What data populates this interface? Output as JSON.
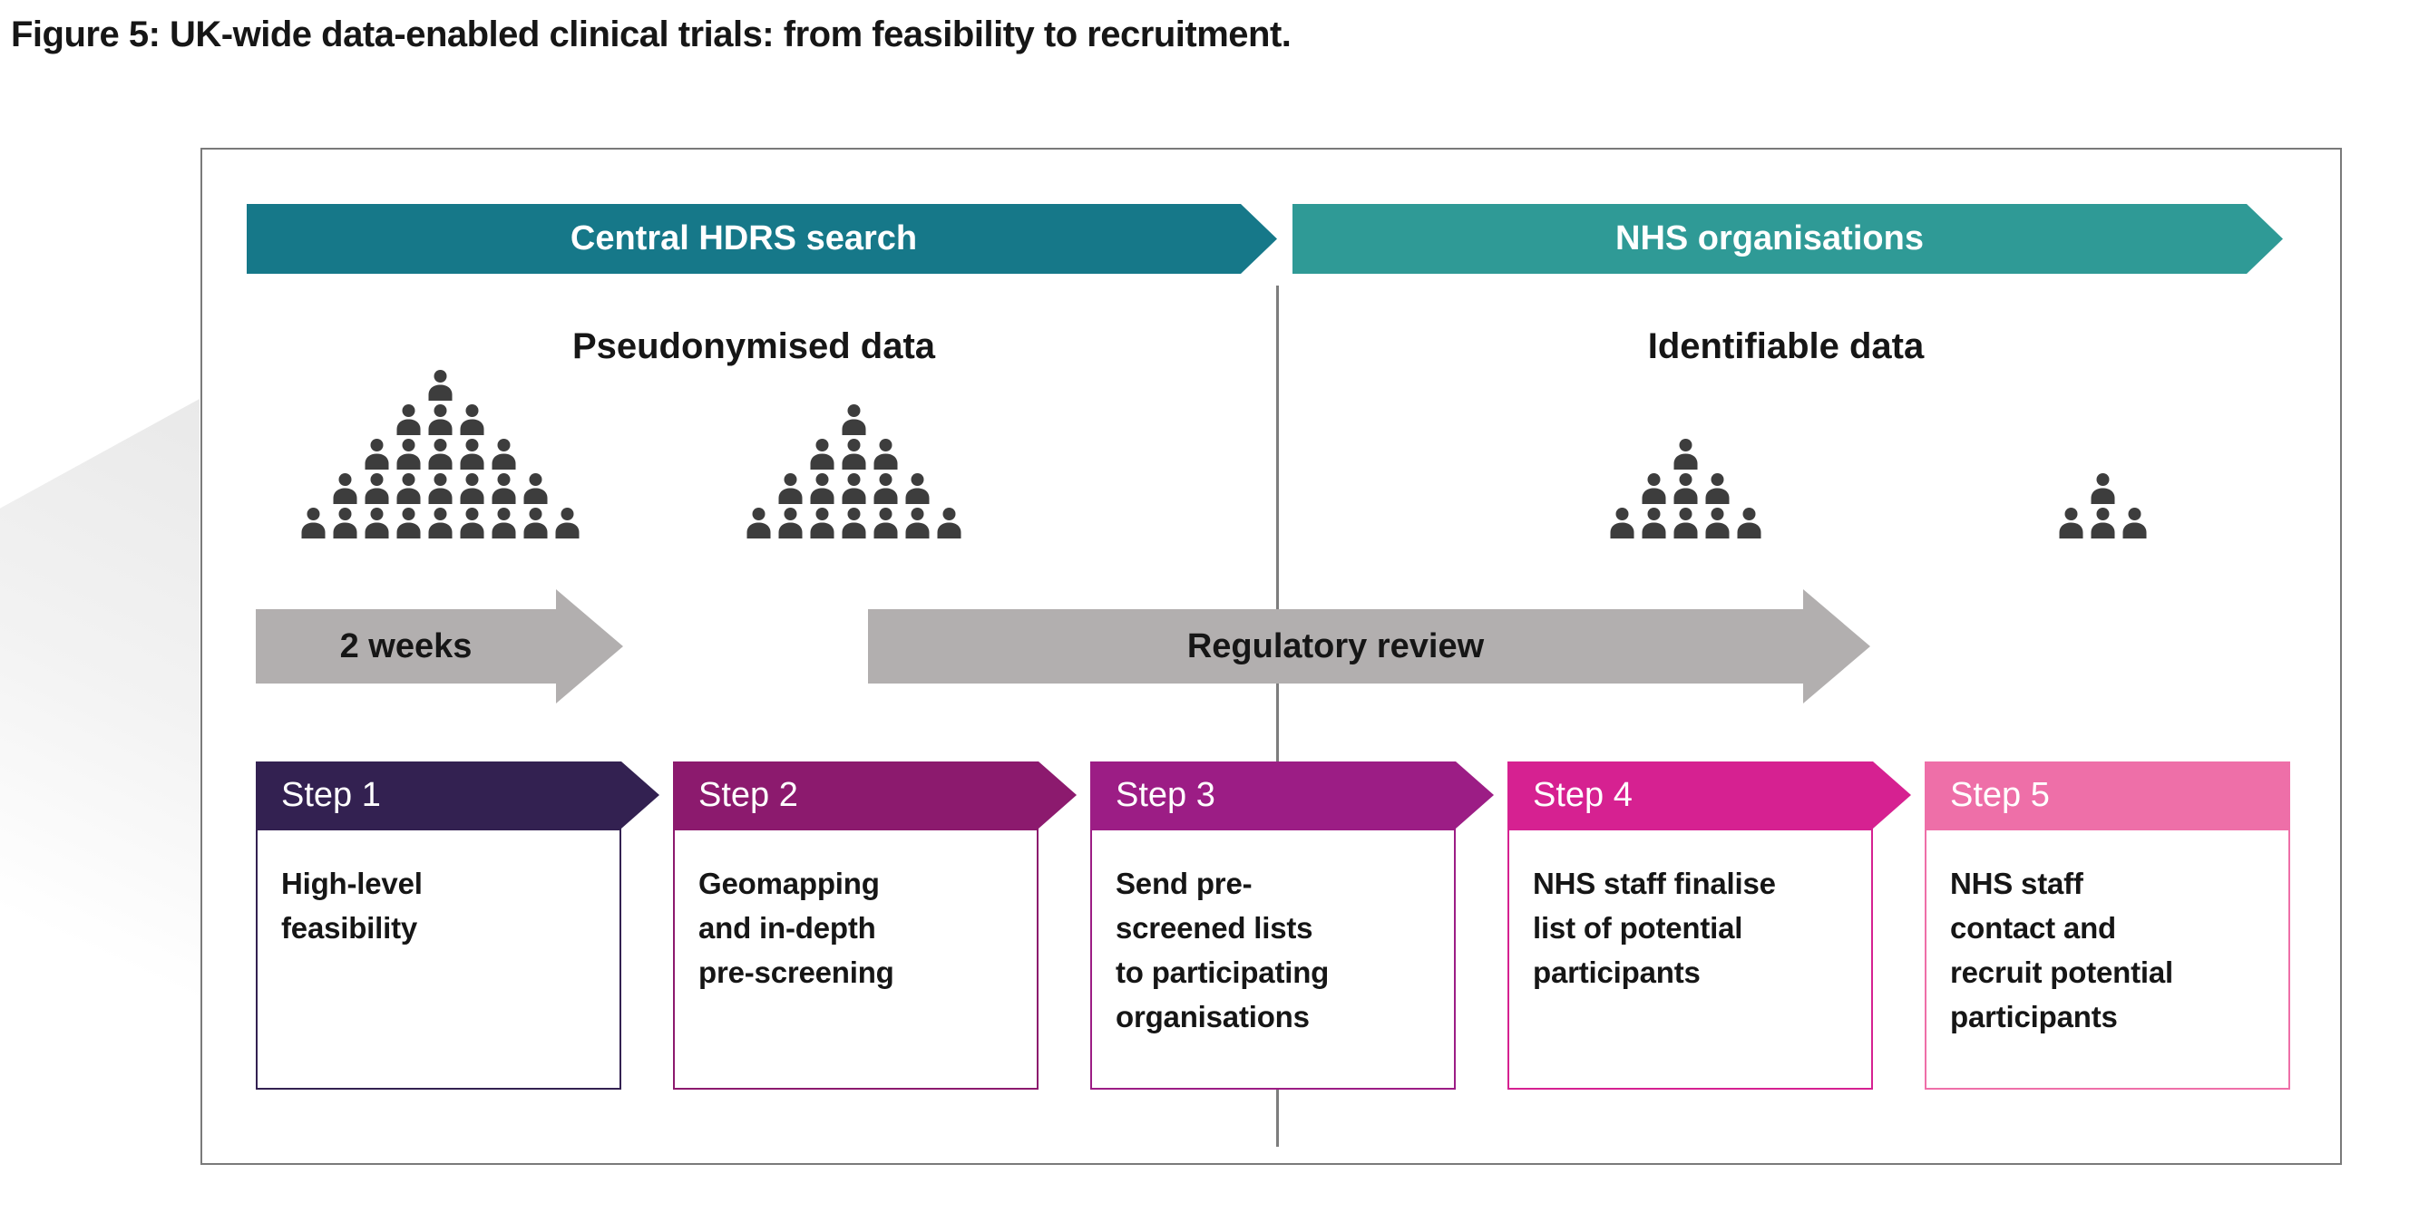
{
  "figure": {
    "title": "Figure 5: UK-wide data-enabled clinical trials: from feasibility to recruitment."
  },
  "banners": [
    {
      "label": "Central HDRS search",
      "color": "#167889"
    },
    {
      "label": "NHS organisations",
      "color": "#2f9a96"
    }
  ],
  "data_labels": [
    {
      "label": "Pseudonymised data"
    },
    {
      "label": "Identifiable data"
    }
  ],
  "people_groups": [
    {
      "name": "pseudonymised-cohort-large",
      "rows": [
        1,
        3,
        5,
        7,
        9
      ],
      "count": 25
    },
    {
      "name": "pseudonymised-cohort-screened",
      "rows": [
        1,
        3,
        5,
        7
      ],
      "count": 16
    },
    {
      "name": "identifiable-cohort-potential",
      "rows": [
        1,
        3,
        5
      ],
      "count": 9
    },
    {
      "name": "identifiable-cohort-recruited",
      "rows": [
        1,
        3
      ],
      "count": 4
    }
  ],
  "timeline_arrows": [
    {
      "label": "2 weeks"
    },
    {
      "label": "Regulatory review"
    }
  ],
  "steps": [
    {
      "label": "Step 1",
      "description": "High-level\nfeasibility",
      "color": "#332151"
    },
    {
      "label": "Step 2",
      "description": "Geomapping\nand in-depth\npre-screening",
      "color": "#8c1a6e"
    },
    {
      "label": "Step 3",
      "description": "Send pre-\nscreened lists\nto participating\norganisations",
      "color": "#9c1d85"
    },
    {
      "label": "Step 4",
      "description": "NHS staff finalise\nlist of potential\nparticipants",
      "color": "#d62191"
    },
    {
      "label": "Step 5",
      "description": "NHS staff\ncontact and\nrecruit potential\nparticipants",
      "color": "#ee6fa8"
    }
  ],
  "colors": {
    "frame_border": "#7a7a7a",
    "divider": "#7d7d7d",
    "timeline_arrow": "#b2afaf",
    "people_icon": "#3d3d3d",
    "text": "#161616"
  }
}
